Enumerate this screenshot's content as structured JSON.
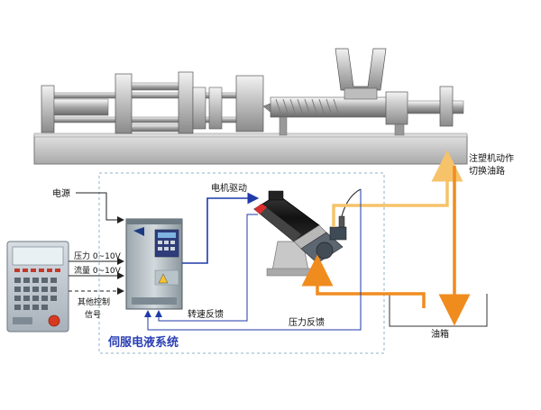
{
  "labels": {
    "power_source": "电源",
    "motor_drive": "电机驱动",
    "pressure_signal": "压力 0~10V",
    "flow_signal": "流量 0~10V",
    "other_control_1": "其他控制",
    "other_control_2": "信号",
    "speed_feedback": "转速反馈",
    "pressure_feedback": "压力反馈",
    "oil_tank": "油箱",
    "injection_switch_1": "注塑机动作",
    "injection_switch_2": "切换油路",
    "system_title": "伺服电液系统"
  },
  "colors": {
    "signal_line": "#1f3aa8",
    "oil_line": "#f08c1e",
    "oil_line_light": "#f6c36a",
    "title": "#2a3fb5",
    "dashed_box": "#8fb3c9",
    "machine_base": "#c9c9c9"
  }
}
